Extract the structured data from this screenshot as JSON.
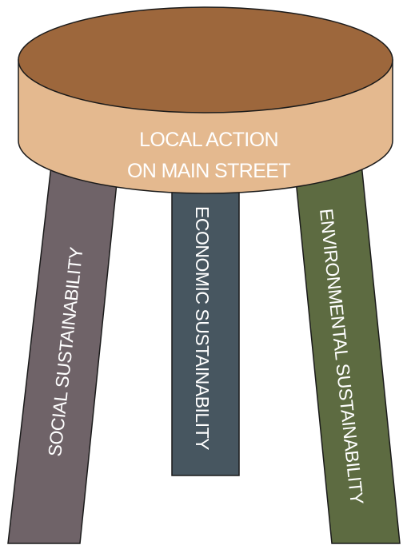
{
  "seat": {
    "line1": "LOCAL ACTION",
    "line2": "ON MAIN STREET",
    "top_color": "#9d673c",
    "side_color": "#e4b98f"
  },
  "legs": [
    {
      "label": "SOCIAL SUSTAINABILITY",
      "color": "#6f6368"
    },
    {
      "label": "ECONOMIC SUSTAINABILITY",
      "color": "#475660"
    },
    {
      "label": "ENVIRONMENTAL SUSTAINABILITY",
      "color": "#5d6b41"
    }
  ],
  "outline_color": "#1a1a1a"
}
